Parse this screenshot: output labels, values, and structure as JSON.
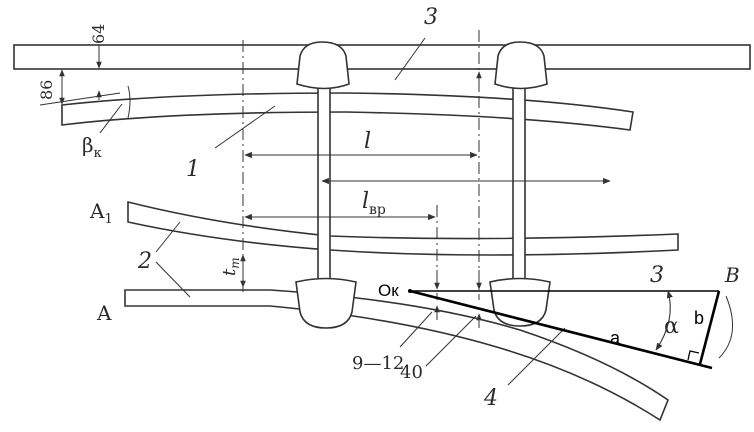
{
  "labels": {
    "frame_top": "3",
    "frame_right": "3",
    "spring_1": "1",
    "spring_2": "2",
    "lower_part": "4",
    "point_a1": "A",
    "point_a1_sub": "1",
    "point_a": "A",
    "point_b": "B",
    "point_ok": "Ок",
    "dim_64": "64",
    "dim_86": "86",
    "beta": "β",
    "beta_sub": "к",
    "l": "l",
    "l_vr": "l",
    "l_vr_sub": "вр",
    "t": "t",
    "t_sub": "т",
    "gap_9_12": "9—12",
    "gap_40": "40",
    "seg_a": "a",
    "seg_b": "b",
    "alpha": "α"
  },
  "colors": {
    "line": "#333333",
    "overlay": "#000000",
    "background": "#ffffff"
  }
}
